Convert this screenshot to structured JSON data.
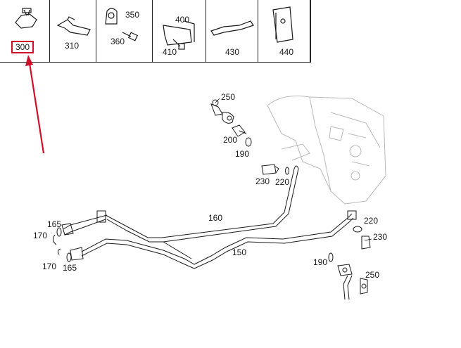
{
  "parts_strip": [
    {
      "id": "p300",
      "number": "300",
      "highlighted": true
    },
    {
      "id": "p310",
      "number": "310"
    },
    {
      "id": "p350",
      "number": "350"
    },
    {
      "id": "p360",
      "number": "360"
    },
    {
      "id": "p400",
      "number": "400"
    },
    {
      "id": "p410",
      "number": "410"
    },
    {
      "id": "p430",
      "number": "430"
    },
    {
      "id": "p440",
      "number": "440"
    }
  ],
  "callouts": {
    "c250a": "250",
    "c200": "200",
    "c190a": "190",
    "c230a": "230",
    "c220a": "220",
    "c160": "160",
    "c165a": "165",
    "c170a": "170",
    "c150": "150",
    "c170b": "170",
    "c165b": "165",
    "c220b": "220",
    "c230b": "230",
    "c190b": "190",
    "c250b": "250"
  },
  "colors": {
    "highlight": "#d0102a",
    "line": "#1a1a1a",
    "engine": "#b9b9b9"
  }
}
